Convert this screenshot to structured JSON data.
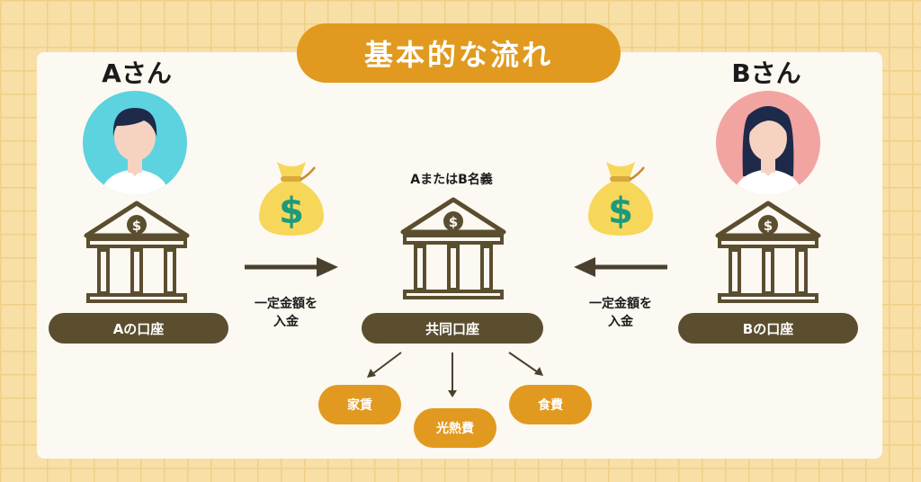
{
  "title": "基本的な流れ",
  "person_a": {
    "name": "Aさん",
    "account_label": "Aの口座",
    "avatar_color": "#5cd3de"
  },
  "person_b": {
    "name": "Bさん",
    "account_label": "Bの口座",
    "avatar_color": "#f2a4a0"
  },
  "joint": {
    "owner_label": "AまたはB名義",
    "account_label": "共同口座"
  },
  "transfer_left": {
    "line1": "一定金額を",
    "line2": "入金"
  },
  "transfer_right": {
    "line1": "一定金額を",
    "line2": "入金"
  },
  "expenses": [
    "家賃",
    "光熱費",
    "食費"
  ],
  "colors": {
    "accent": "#e19a1f",
    "dark": "#5b4e2f",
    "money_bag": "#f6d75a",
    "dollar": "#1d9a7b",
    "arrow": "#4a402e"
  },
  "icons": [
    "bank-icon",
    "money-bag-icon",
    "avatar-icon",
    "dollar-icon"
  ]
}
